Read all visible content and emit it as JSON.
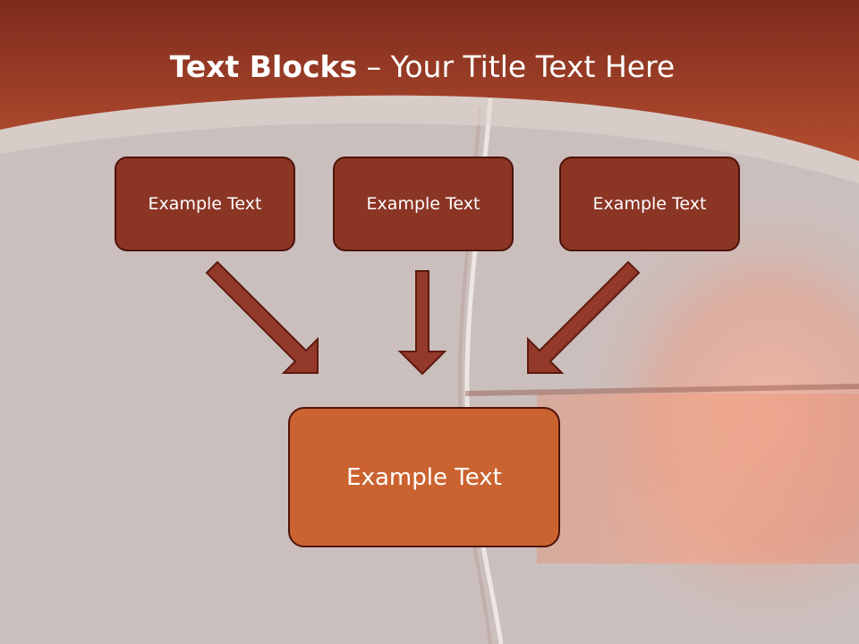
{
  "title": {
    "bold_part": "Text Blocks",
    "separator": " – ",
    "rest": "Your Title Text Here"
  },
  "blocks": {
    "top": [
      "Example Text",
      "Example Text",
      "Example Text"
    ],
    "bottom": "Example Text"
  },
  "colors": {
    "banner": "#9c3a22",
    "small_box_fill": "#8b3525",
    "big_box_fill": "#cb6331",
    "box_border": "#4e130b",
    "arrow_fill": "#93392a",
    "background": "#cbbfbd"
  }
}
